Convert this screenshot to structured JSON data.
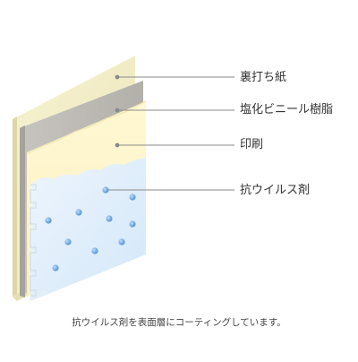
{
  "layers": {
    "backing_paper": "裏打ち紙",
    "vinyl_chloride_resin": "塩化ビニール樹脂",
    "print": "印刷",
    "antiviral_agent": "抗ウイルス剤"
  },
  "caption": "抗ウイルス剤を表面層にコーティングしています。",
  "colors": {
    "backing_face": "#f3efc8",
    "backing_side": "#ddd6a6",
    "vinyl_face": "#bdbab5",
    "print_face": "#fff6cc",
    "coating_face": "#dfeefb",
    "particle": "#6ea8de",
    "leader_line": "#8a8a8a"
  },
  "icons": {
    "particle": "blue-dot-icon",
    "leader_marker": "dot-marker-icon"
  }
}
